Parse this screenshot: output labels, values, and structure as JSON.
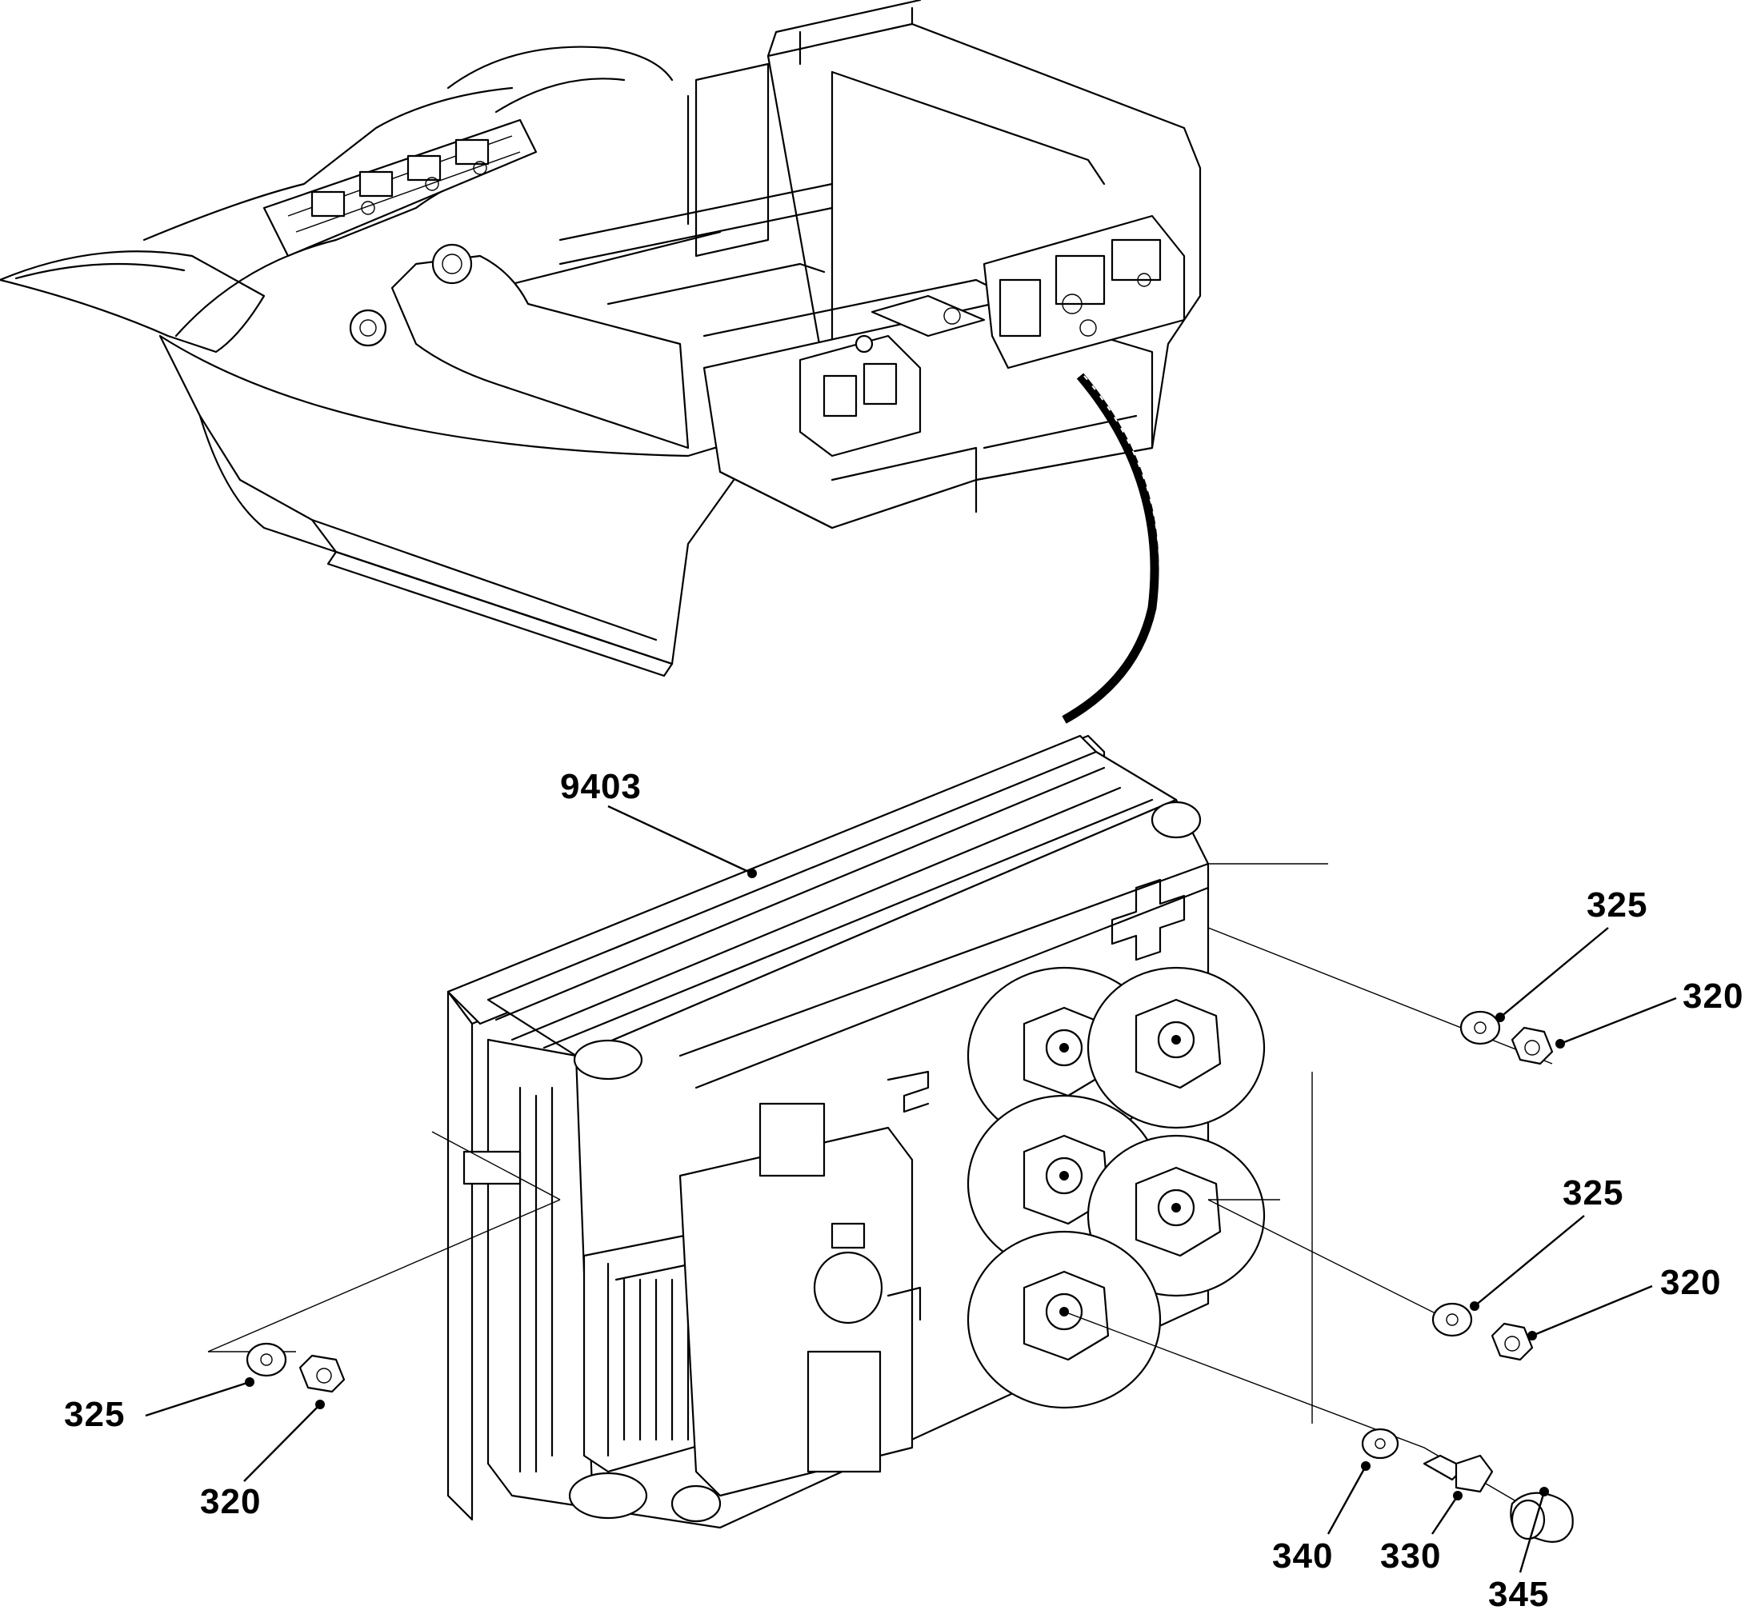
{
  "diagram": {
    "callouts": [
      {
        "id": "c9403",
        "label": "9403"
      },
      {
        "id": "c325a",
        "label": "325"
      },
      {
        "id": "c320a",
        "label": "320"
      },
      {
        "id": "c325b",
        "label": "325"
      },
      {
        "id": "c320b",
        "label": "320"
      },
      {
        "id": "c325c",
        "label": "325"
      },
      {
        "id": "c320c",
        "label": "320"
      },
      {
        "id": "c340",
        "label": "340"
      },
      {
        "id": "c330",
        "label": "330"
      },
      {
        "id": "c345",
        "label": "345"
      }
    ]
  }
}
